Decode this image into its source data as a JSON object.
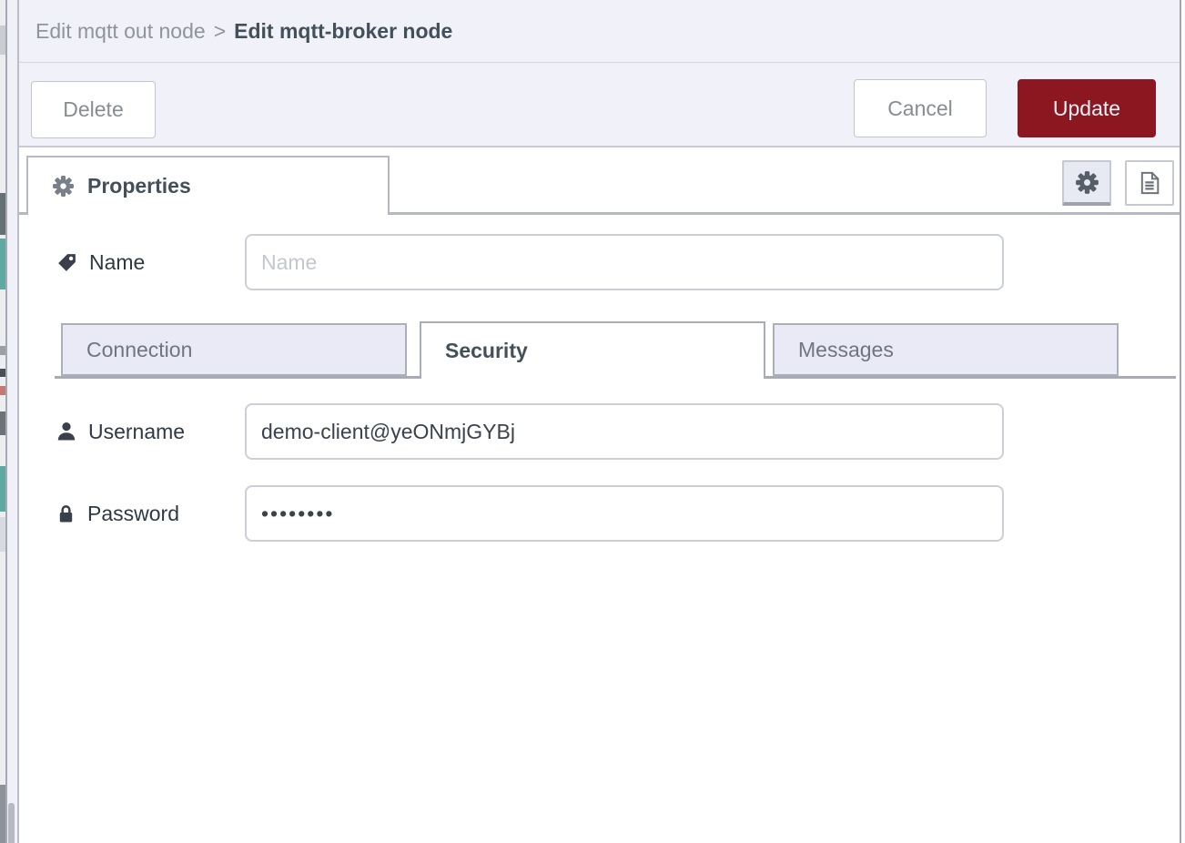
{
  "breadcrumb": {
    "parent": "Edit mqtt out node",
    "separator": ">",
    "current": "Edit mqtt-broker node"
  },
  "toolbar": {
    "delete_label": "Delete",
    "cancel_label": "Cancel",
    "update_label": "Update"
  },
  "editor": {
    "properties_tab_label": "Properties",
    "icon_buttons": [
      {
        "name": "gear-icon"
      },
      {
        "name": "document-icon"
      }
    ]
  },
  "form": {
    "name_field": {
      "label": "Name",
      "placeholder": "Name",
      "value": "",
      "icon": "tag-icon"
    },
    "tabs": [
      {
        "label": "Connection",
        "active": false
      },
      {
        "label": "Security",
        "active": true
      },
      {
        "label": "Messages",
        "active": false
      }
    ],
    "username_field": {
      "label": "Username",
      "value": "demo-client@yeONmjGYBj",
      "icon": "user-icon"
    },
    "password_field": {
      "label": "Password",
      "value": "••••••••",
      "icon": "lock-icon"
    }
  },
  "colors": {
    "accent_red": "#8C1721",
    "panel_lavender": "#f1f2f9",
    "tab_inactive_fill": "#e9eaf6",
    "text_dark": "#42505a",
    "text_muted": "#8f949b"
  }
}
